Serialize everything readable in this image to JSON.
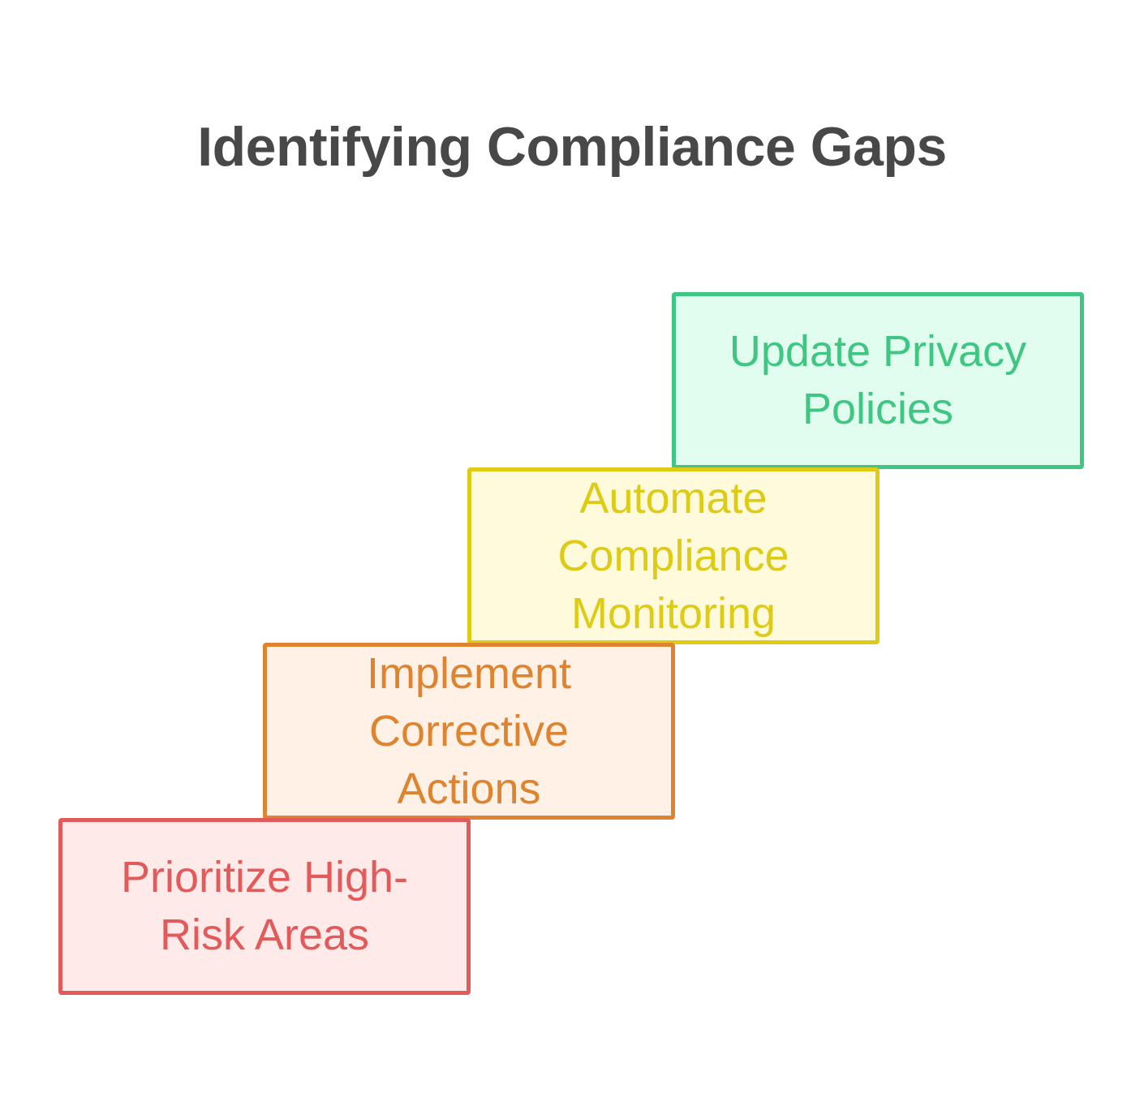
{
  "title": "Identifying Compliance Gaps",
  "steps": [
    {
      "label": "Prioritize High-Risk Areas",
      "border": "#e25a5a",
      "fill": "#ffeaea",
      "text": "#e25a5a"
    },
    {
      "label": "Implement Corrective Actions",
      "border": "#de8431",
      "fill": "#fff1e5",
      "text": "#de8431"
    },
    {
      "label": "Automate Compliance Monitoring",
      "border": "#decb16",
      "fill": "#fffadc",
      "text": "#decb16"
    },
    {
      "label": "Update Privacy Policies",
      "border": "#3fc682",
      "fill": "#e1fdef",
      "text": "#3fc682"
    }
  ]
}
